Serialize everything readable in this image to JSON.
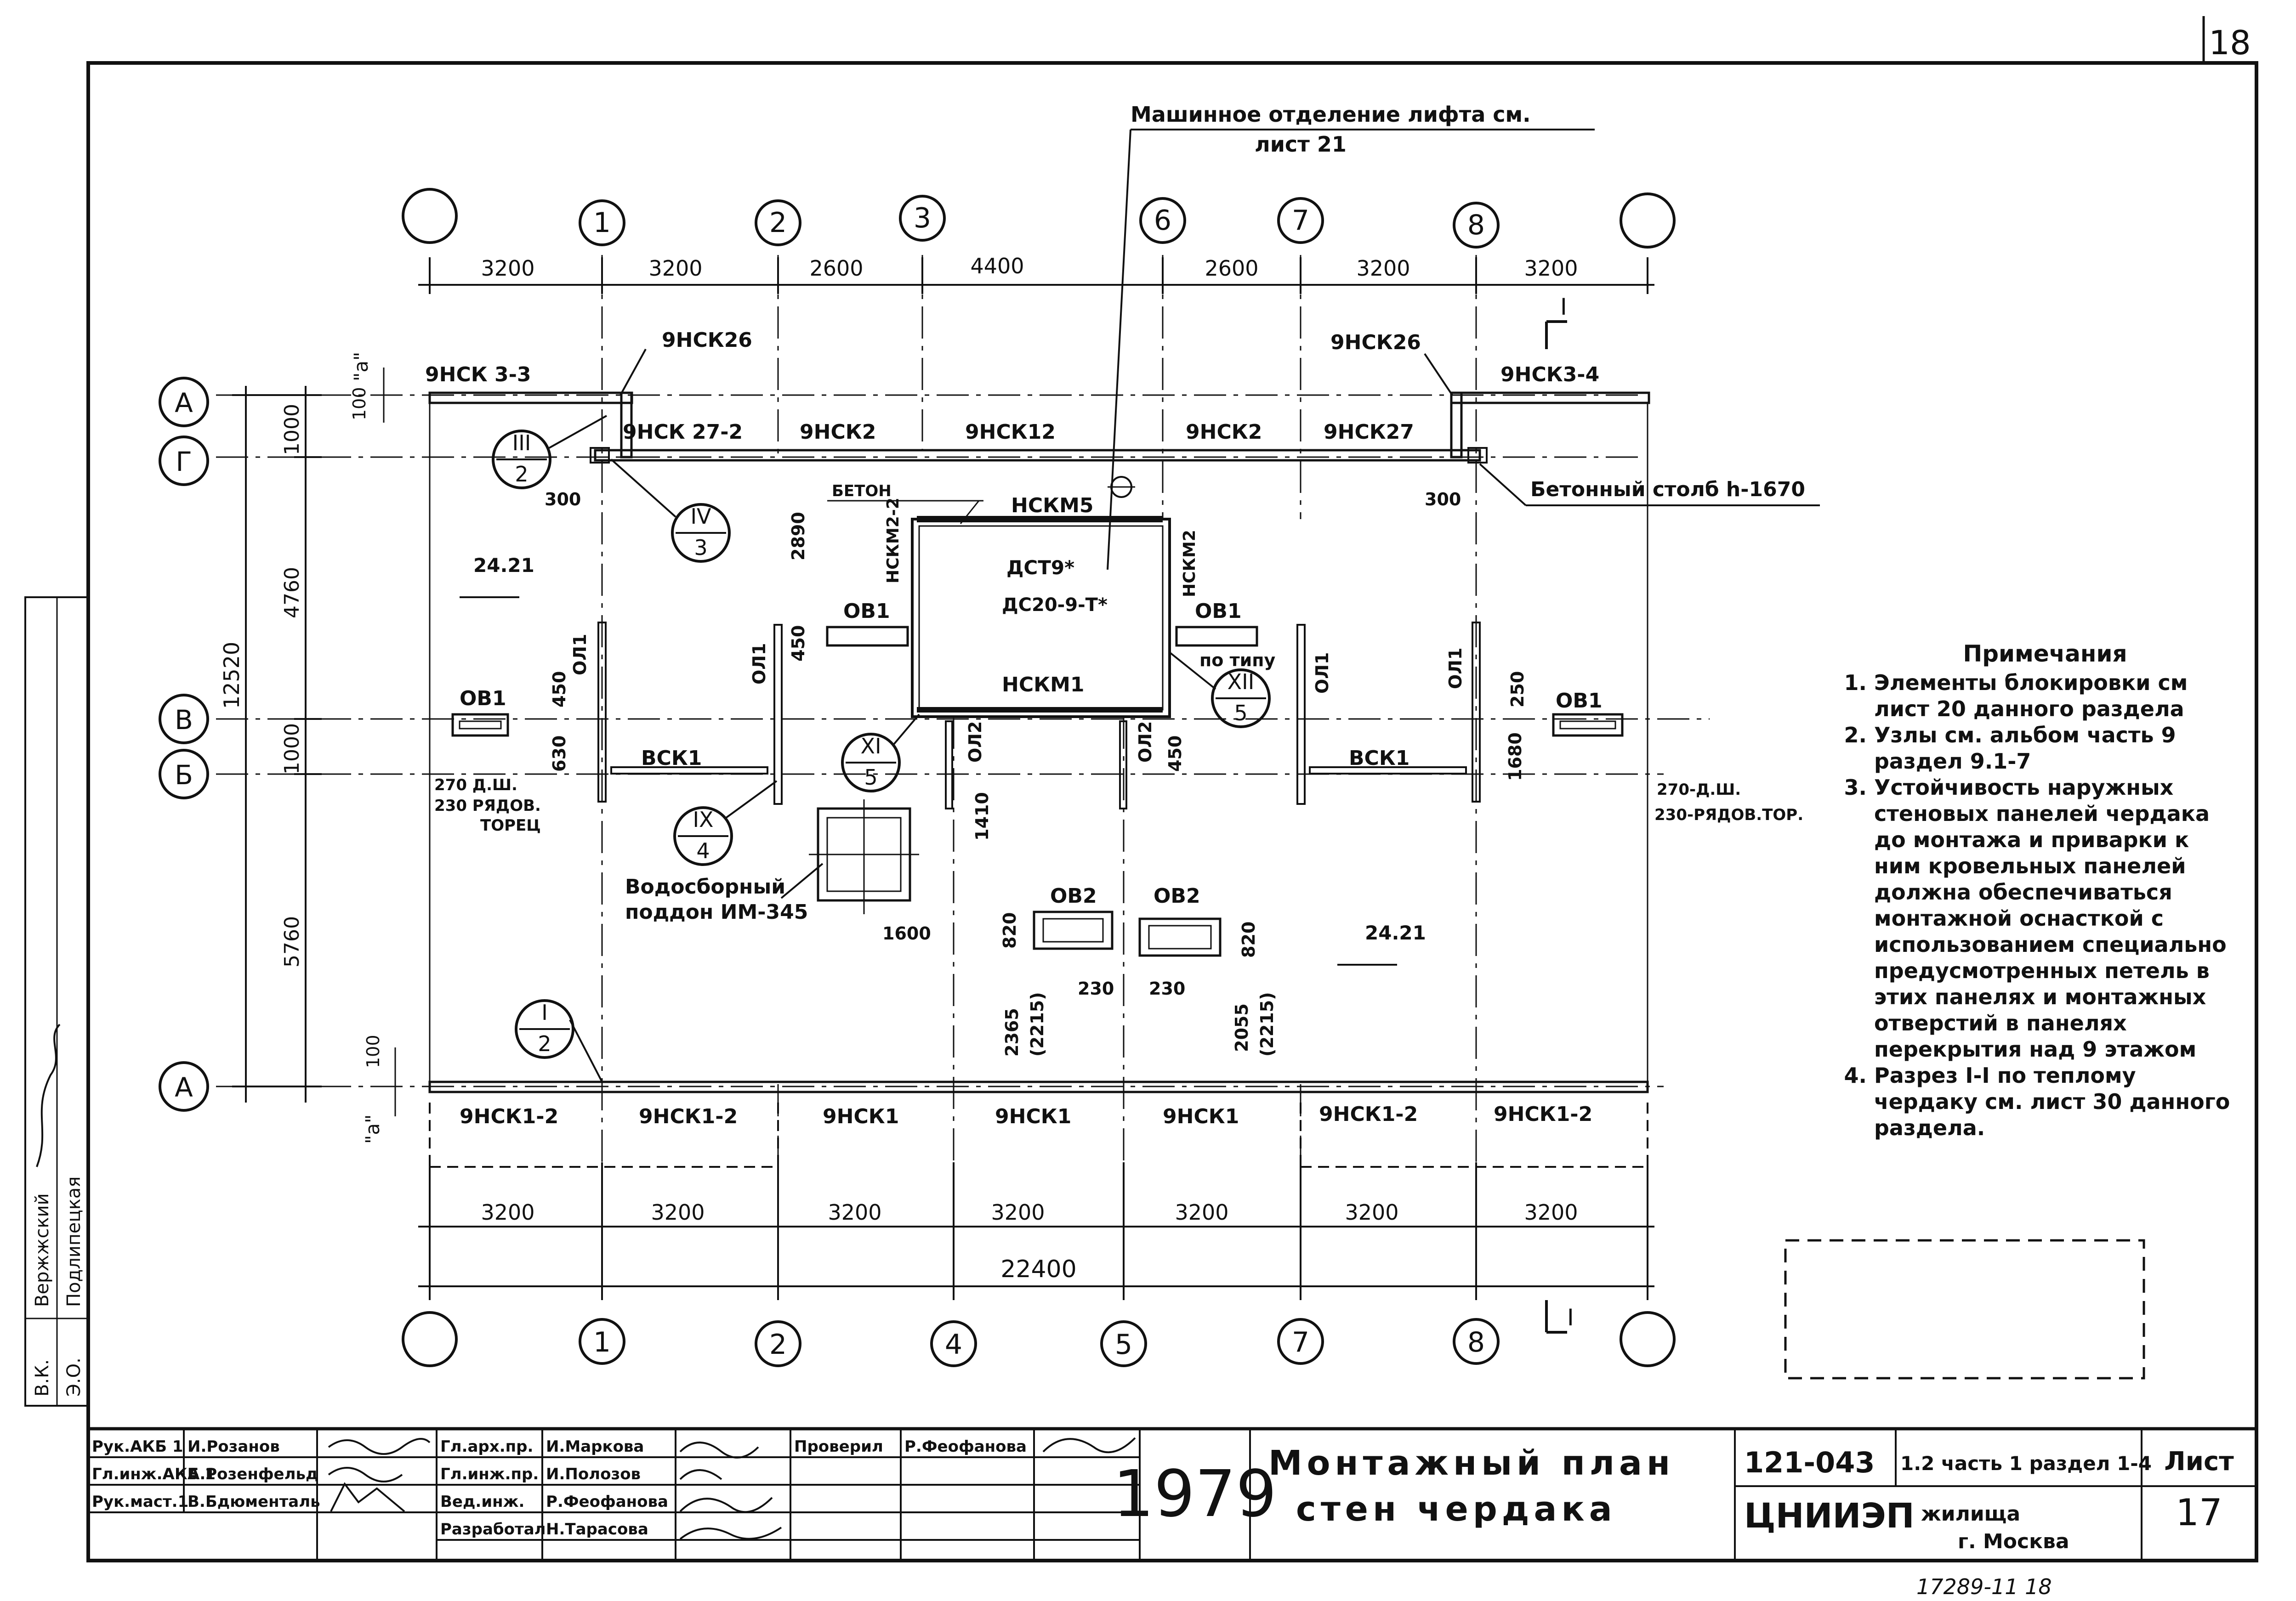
{
  "sheet_number_corner": "18",
  "callouts": {
    "machine_room_line1": "Машинное отделение лифта см.",
    "machine_room_line2": "лист 21",
    "concrete_post": "Бетонный столб h-1670",
    "concrete": "БЕТОН",
    "drain_tray_line1": "Водосборный",
    "drain_tray_line2": "поддон ИМ-345"
  },
  "axes": {
    "top": [
      "1",
      "2",
      "3",
      "6",
      "7",
      "8"
    ],
    "bottom": [
      "1",
      "2",
      "4",
      "5",
      "7",
      "8"
    ],
    "rows": [
      "А",
      "Г",
      "В",
      "Б",
      "А"
    ]
  },
  "dims": {
    "top": [
      "3200",
      "3200",
      "2600",
      "4400",
      "2600",
      "3200",
      "3200"
    ],
    "bottom": [
      "3200",
      "3200",
      "3200",
      "3200",
      "3200",
      "3200",
      "3200"
    ],
    "total": "22400",
    "left_total": "12520",
    "left": [
      "1000",
      "4760",
      "1000",
      "5760"
    ],
    "misc": [
      "100",
      "\"а\"",
      "100",
      "\"а\"",
      "300",
      "300",
      "2890",
      "450",
      "450",
      "630",
      "1410",
      "1600",
      "820",
      "820",
      "2365",
      "(2215)",
      "2055",
      "(2215)",
      "230",
      "230",
      "250",
      "1680",
      "450"
    ]
  },
  "levels": [
    "24.21",
    "24.21"
  ],
  "panels": {
    "top": [
      "9НСК 3-3",
      "9НСК26",
      "9НСК 27-2",
      "9НСК2",
      "9НСК12",
      "9НСК2",
      "9НСК27",
      "9НСК26",
      "9НСК3-4"
    ],
    "bottom": [
      "9НСК1-2",
      "9НСК1-2",
      "9НСК1",
      "9НСК1",
      "9НСК1",
      "9НСК1-2",
      "9НСК1-2"
    ],
    "inner": [
      "НСКМ5",
      "НСКМ2-2",
      "НСКМ2",
      "НСКМ1",
      "ДСТ9*",
      "ДС20-9-Т*",
      "ВСК1",
      "ВСК1",
      "ОЛ1",
      "ОЛ1",
      "ОЛ1",
      "ОЛ1",
      "ОЛ2",
      "ОЛ2"
    ],
    "vents": [
      "ОВ1",
      "ОВ1",
      "ОВ1",
      "ОВ1",
      "ОВ2",
      "ОВ2"
    ],
    "po_tipu": "по типу",
    "torec_left": [
      "270 Д.Ш.",
      "230 РЯДОВ.",
      "ТОРЕЦ"
    ],
    "torec_right": [
      "270-Д.Ш.",
      "230-РЯДОВ.ТОР."
    ]
  },
  "nodes": [
    {
      "top": "III",
      "bottom": "2"
    },
    {
      "top": "IV",
      "bottom": "3"
    },
    {
      "top": "IX",
      "bottom": "4"
    },
    {
      "top": "XI",
      "bottom": "5"
    },
    {
      "top": "XII",
      "bottom": "5"
    },
    {
      "top": "I",
      "bottom": "2"
    }
  ],
  "section_mark": "I",
  "notes": {
    "title": "Примечания",
    "items": [
      "Элементы блокировки см лист 20 данного раздела",
      "Узлы см. альбом часть 9 раздел 9.1-7",
      "Устойчивость наружных стеновых панелей чердака до монтажа и приварки к ним кровельных панелей должна обеспечиваться монтажной оснасткой с использованием специально предусмотренных петель в этих панелях и монтажных отверстий в панелях перекрытия над 9 этажом",
      "Разрез I-I по теплому чердаку см. лист 30 данного раздела."
    ]
  },
  "side_stamp": {
    "row1": [
      "В.К.",
      "Вержжский"
    ],
    "row2": [
      "Э.О.",
      "Подлипецкая"
    ]
  },
  "title_block": {
    "left_rows": [
      [
        "Рук.АКБ 1",
        "И.Розанов"
      ],
      [
        "Гл.инж.АКБ 1",
        "А.Розенфельд"
      ],
      [
        "Рук.маст.1",
        "В.Бдюменталь"
      ]
    ],
    "mid_rows": [
      [
        "Гл.арх.пр.",
        "И.Маркова"
      ],
      [
        "Гл.инж.пр.",
        "И.Полозов"
      ],
      [
        "Вед.инж.",
        "Р.Феофанова"
      ],
      [
        "Разработал",
        "Н.Тарасова"
      ]
    ],
    "checked": [
      "Проверил",
      "Р.Феофанова"
    ],
    "year": "1979",
    "title_line1": "Монтажный план",
    "title_line2": "стен чердака",
    "code": "121-043",
    "part": "1.2 часть 1 раздел 1-4",
    "org": "ЦНИИЭП",
    "org_sub1": "жилища",
    "org_sub2": "г. Москва",
    "sheet_label": "Лист",
    "sheet_no": "17"
  },
  "footer_number": "17289-11  18"
}
